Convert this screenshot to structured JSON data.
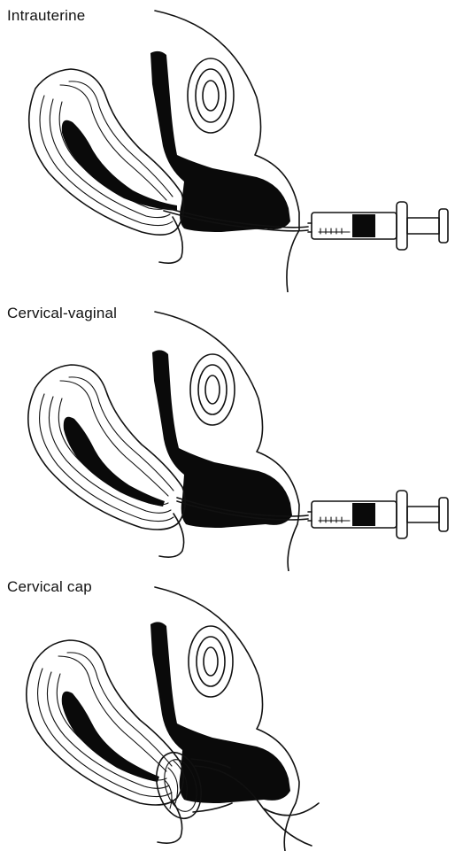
{
  "panels": [
    {
      "title": "Intrauterine",
      "method": "intrauterine"
    },
    {
      "title": "Cervical-vaginal",
      "method": "cervical-vaginal"
    },
    {
      "title": "Cervical cap",
      "method": "cervical-cap"
    }
  ],
  "colors": {
    "ink": "#111111",
    "fill": "#0a0a0a",
    "background": "#ffffff"
  },
  "icons": [
    "uterus-illustration",
    "syringe-icon",
    "catheter-tube",
    "cervical-cap-icon"
  ]
}
